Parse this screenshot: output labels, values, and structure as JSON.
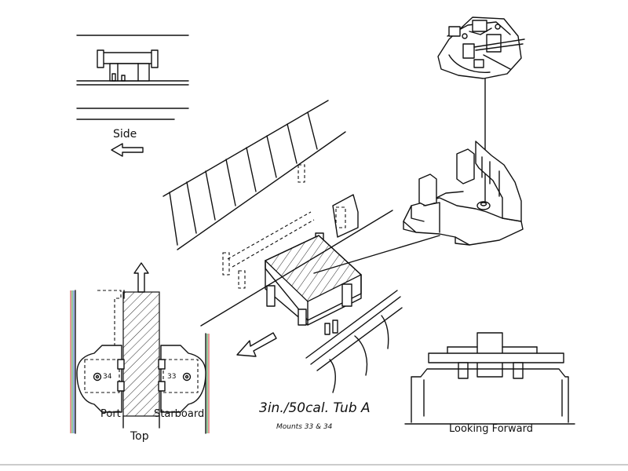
{
  "labels": {
    "side": "Side",
    "top": "Top",
    "port": "Port",
    "starboard": "Starboard",
    "mount_34": "34",
    "mount_33": "33",
    "title": "3in./50cal. Tub A",
    "subtitle": "Mounts 33 & 34",
    "looking_forward": "Looking Forward"
  },
  "colors": {
    "ink": "#111111",
    "paper": "#ffffff",
    "scan_edge_red": "#d03030",
    "scan_edge_green": "#2a9a3a",
    "scan_edge_blue": "#3050c0"
  }
}
